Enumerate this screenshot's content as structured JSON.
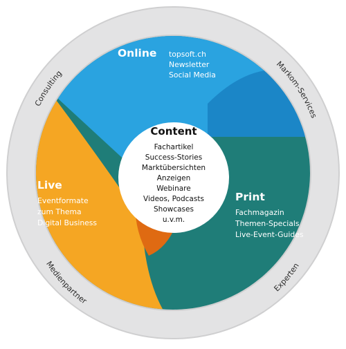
{
  "colors": {
    "ring": "#e3e3e4",
    "ring_edge": "#cfcfd0",
    "online": "#2aa3e0",
    "online_dark": "#1b86c7",
    "print": "#1f7d78",
    "print_dark": "#166764",
    "live": "#f5a623",
    "live_dark": "#df6a12",
    "core": "#ffffff",
    "segment_text": "#ffffff",
    "core_text": "#111111"
  },
  "ring_labels": {
    "consulting": "Consulting",
    "markom": "Markom-Services",
    "medien": "Medienpartner",
    "experten": "Experten"
  },
  "segments": {
    "online": {
      "title": "Online",
      "lines": [
        "topsoft.ch",
        "Newsletter",
        "Social Media"
      ]
    },
    "print": {
      "title": "Print",
      "lines": [
        "Fachmagazin",
        "Themen-Specials",
        "Live-Event-Guides"
      ]
    },
    "live": {
      "title": "Live",
      "lines": [
        "Eventformate",
        "zum Thema",
        "Digital Business"
      ]
    }
  },
  "core": {
    "title": "Content",
    "items": [
      "Fachartikel",
      "Success-Stories",
      "Marktübersichten",
      "Anzeigen",
      "Webinare",
      "Videos, Podcasts",
      "Showcases",
      "u.v.m."
    ]
  }
}
